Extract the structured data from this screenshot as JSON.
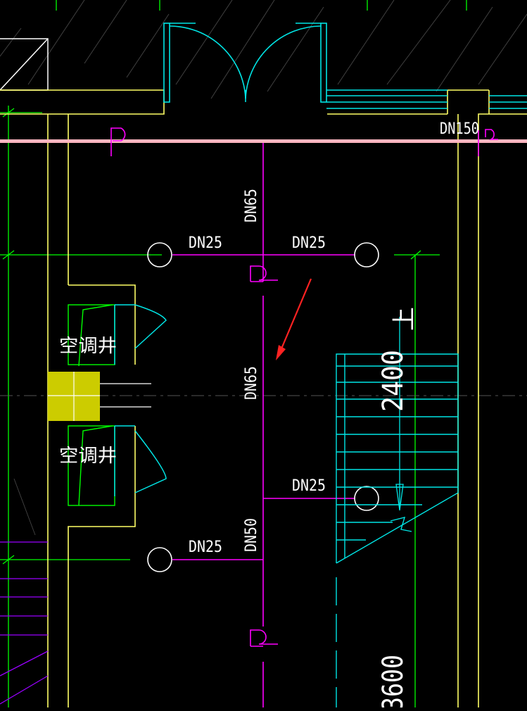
{
  "drawing": {
    "colors": {
      "background": "#000000",
      "wall": "#ffff66",
      "axis": "#00ff00",
      "pipe": "#ff00ff",
      "door": "#00e5e5",
      "baseline": "#ffb6c1",
      "shaft_fill": "#cccc00",
      "arrow": "#ff2222",
      "fixture": "#ffffff",
      "hatch": "#9900ff"
    },
    "pipe_labels": {
      "dn150": "DN150",
      "dn65_top": "DN65",
      "dn65_mid": "DN65",
      "dn50": "DN50",
      "dn25_tl": "DN25",
      "dn25_tr": "DN25",
      "dn25_r": "DN25",
      "dn25_bl": "DN25"
    },
    "room_labels": {
      "shaft_upper": "空调井",
      "shaft_lower": "空调井"
    },
    "stair": {
      "up_label": "上",
      "dim_upper": "2400",
      "dim_lower": "3600"
    },
    "icons": {
      "fixture": "circle-drain-icon",
      "riser": "riser-hook-icon",
      "pointer": "red-arrow-icon"
    }
  }
}
